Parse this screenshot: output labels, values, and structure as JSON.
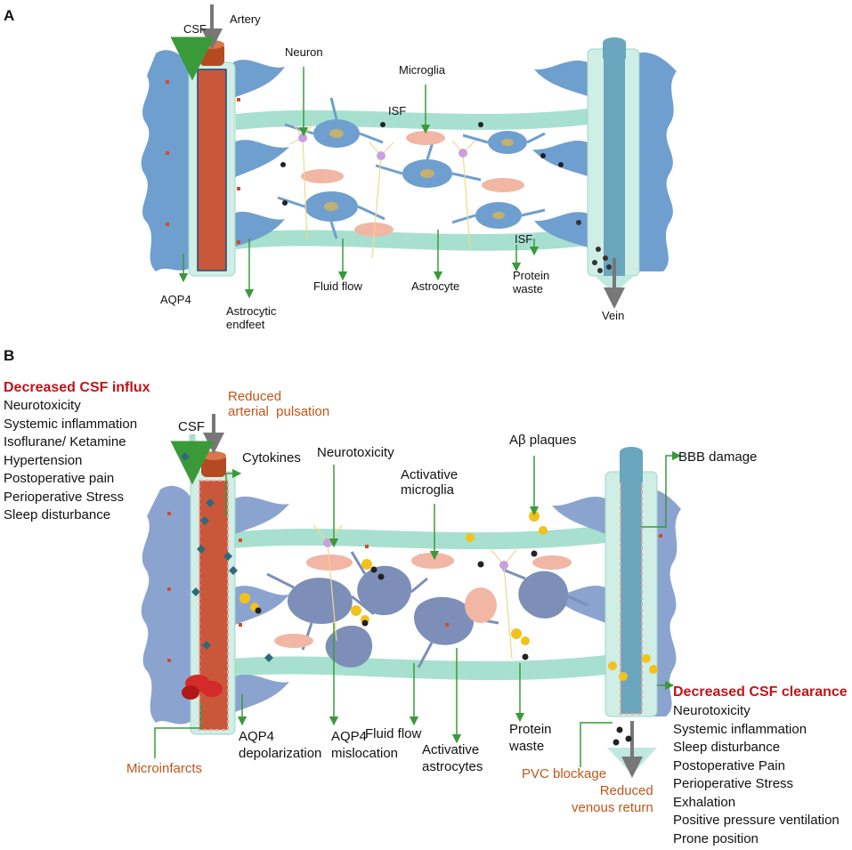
{
  "panel_a": {
    "letter": "A",
    "labels": {
      "csf": "CSF",
      "artery": "Artery",
      "neuron": "Neuron",
      "microglia": "Microglia",
      "isf_top": "ISF",
      "isf_bottom": "ISF",
      "aqp4": "AQP4",
      "endfeet": "Astrocytic\nendfeet",
      "fluid_flow": "Fluid flow",
      "astrocyte": "Astrocyte",
      "protein_waste": "Protein\nwaste",
      "vein": "Vein"
    }
  },
  "panel_b": {
    "letter": "B",
    "influx": {
      "heading": "Decreased CSF influx",
      "items": [
        "Neurotoxicity",
        "Systemic inflammation",
        "Isoflurane/ Ketamine",
        "Hypertension",
        "Postoperative pain",
        "Perioperative Stress",
        "Sleep disturbance"
      ]
    },
    "clearance": {
      "heading": "Decreased CSF clearance",
      "items": [
        "Neurotoxicity",
        "Systemic inflammation",
        "Sleep disturbance",
        "Postoperative Pain",
        "Perioperative Stress",
        "Exhalation",
        "Positive pressure ventilation",
        "Prone position"
      ]
    },
    "labels": {
      "reduced_pulsation": "Reduced\narterial  pulsation",
      "csf": "CSF",
      "cytokines": "Cytokines",
      "neurotoxicity": "Neurotoxicity",
      "activative_microglia": "Activative\nmicroglia",
      "abeta": "Aβ plaques",
      "bbb": "BBB damage",
      "microinfarcts": "Microinfarcts",
      "aqp4_depol": "AQP4\ndepolarization",
      "aqp4_misloc": "AQP4\nmislocation",
      "fluid_flow": "Fluid flow",
      "activative_astrocytes": "Activative\nastrocytes",
      "protein_waste": "Protein\nwaste",
      "pvc_blockage": "PVC blockage",
      "reduced_venous": "Reduced\nvenous return"
    }
  },
  "colors": {
    "artery": "#c9583a",
    "artery_cap": "#b54a22",
    "sheath": "#cfeee6",
    "vein": "#6aa6bd",
    "astro_a": "#6f9fcf",
    "astro_b": "#7d8fb8",
    "microglia": "#f2b6a4",
    "neuron": "#c9a0e0",
    "isf": "#a8e0d0",
    "arrow_green": "#3a9a3a",
    "arrow_gray": "#777777",
    "plaque": "#f2c21a",
    "aqp4": "#d24a2a",
    "accent_orange": "#c0561a",
    "accent_red": "#c0141a"
  }
}
